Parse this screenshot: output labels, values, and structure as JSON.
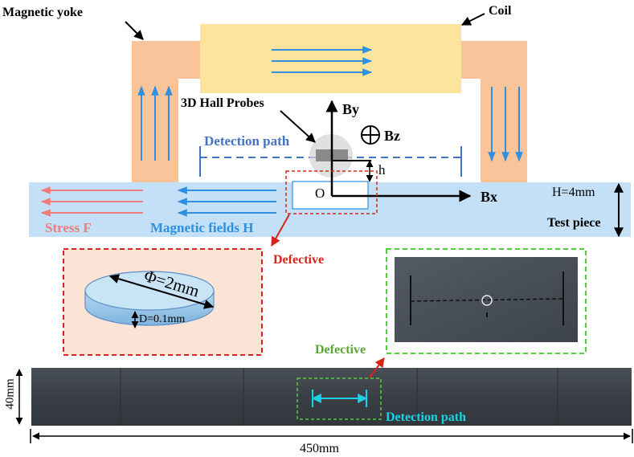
{
  "labels": {
    "magnetic_yoke": "Magnetic yoke",
    "coil": "Coil",
    "hall_probes": "3D Hall Probes",
    "by": "By",
    "bz": "Bz",
    "bx": "Bx",
    "detection_path_top": "Detection path",
    "h_small": "h",
    "origin": "O",
    "thickness": "H=4mm",
    "test_piece": "Test piece",
    "stress": "Stress F",
    "magnetic_fields": "Magnetic fields H",
    "defective_1": "Defective",
    "defective_2": "Defective",
    "diameter": "Φ=2mm",
    "depth": "D=0.1mm",
    "detection_path_bottom": "Detection path",
    "width_dim": "40mm",
    "length_dim": "450mm"
  },
  "colors": {
    "yoke": "#f9c49a",
    "coil": "#fde49c",
    "test_piece": "#c3e0f7",
    "field_arrow": "#2f8fe0",
    "stress_arrow": "#f07c7c",
    "detection_path": "#4472c4",
    "defect_red": "#d9241c",
    "defect_green": "#4fd13a",
    "photo_dark": "#3c4147",
    "detection_cyan": "#18d3e8",
    "defect_disk": "#c9e4f5"
  }
}
